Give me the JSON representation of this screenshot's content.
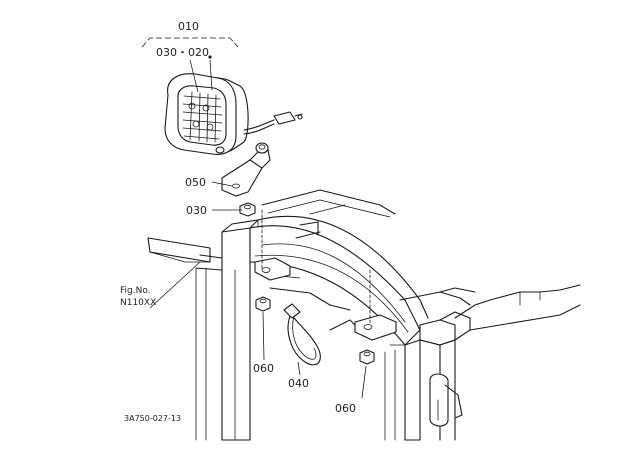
{
  "callouts": {
    "lamp_assembly": "010",
    "lamp_parts": "030・020",
    "bracket": "050",
    "nut_upper": "030",
    "nut_lower_left": "060",
    "cable_tie": "040",
    "nut_lower_right": "060"
  },
  "fig_ref": {
    "line1": "Fig.No.",
    "line2": "N110XX"
  },
  "drawing_code": "3A750-027-13"
}
